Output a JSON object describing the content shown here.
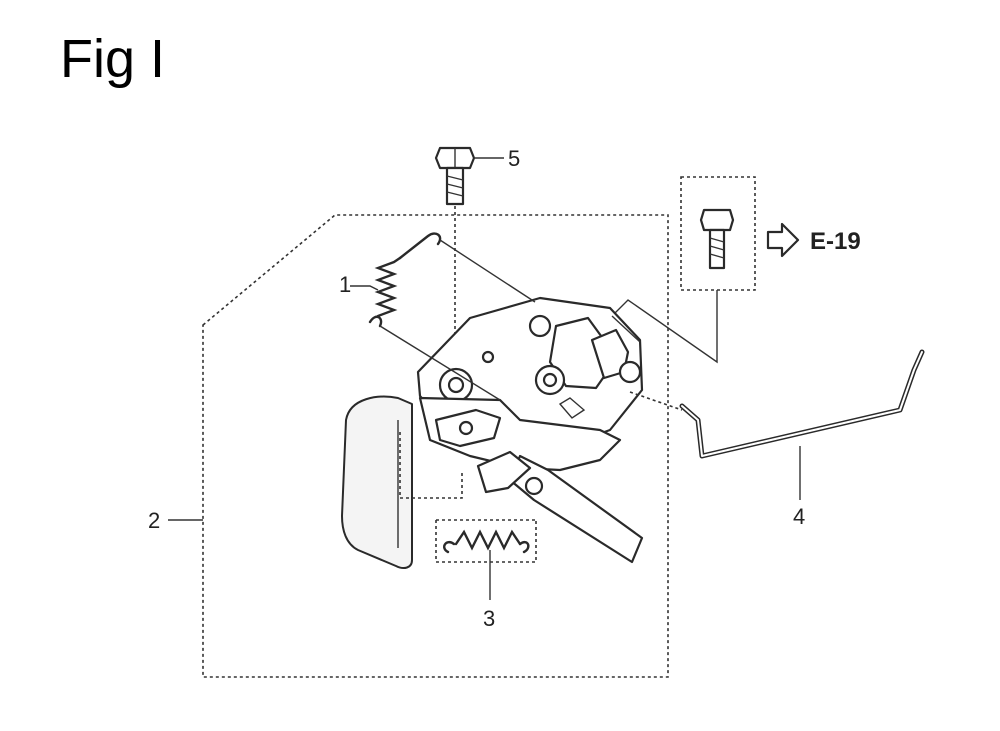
{
  "figure": {
    "title": "Fig I"
  },
  "callouts": {
    "c1": "1",
    "c2": "2",
    "c3": "3",
    "c4": "4",
    "c5": "5"
  },
  "reference": {
    "label": "E-19"
  },
  "colors": {
    "ink": "#2a2a2a",
    "background": "#ffffff"
  }
}
